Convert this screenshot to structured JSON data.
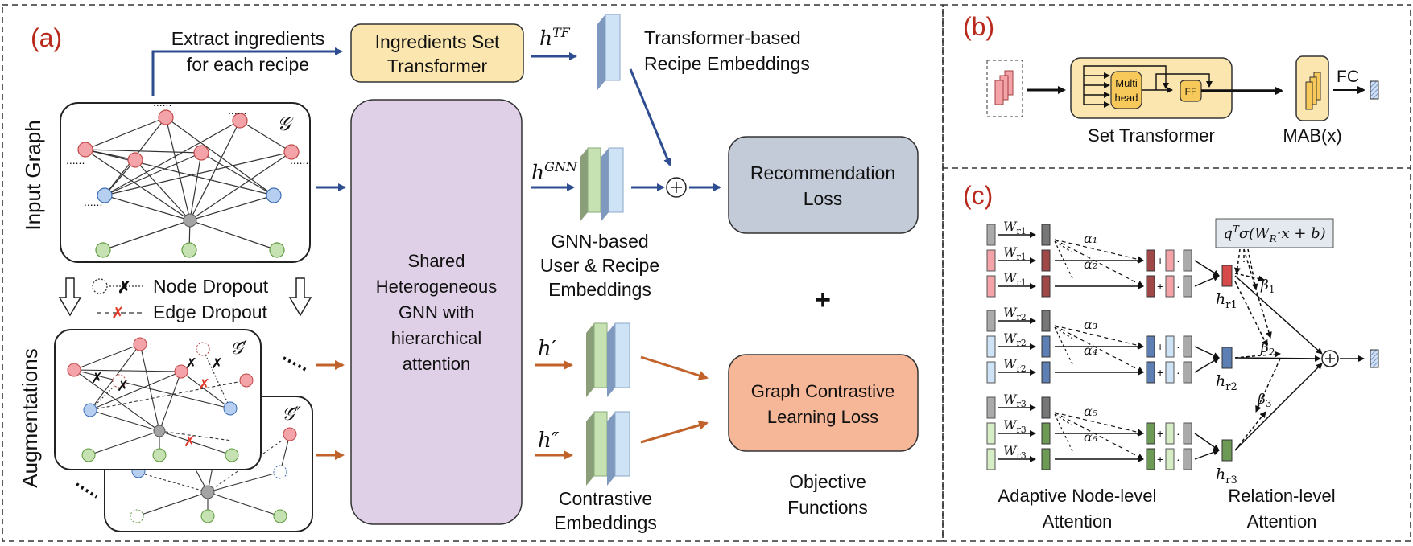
{
  "panels": {
    "a": "(a)",
    "b": "(b)",
    "c": "(c)"
  },
  "panel_a": {
    "extract_1": "Extract ingredients",
    "extract_2": "for each recipe",
    "ist_1": "Ingredients Set",
    "ist_2": "Transformer",
    "h_tf": "h",
    "h_tf_sup": "TF",
    "tf_emb_1": "Transformer-based",
    "tf_emb_2": "Recipe Embeddings",
    "input_graph": "Input Graph",
    "graph_symbol": "𝒢",
    "gnn_1": "Shared",
    "gnn_2": "Heterogeneous",
    "gnn_3": "GNN with",
    "gnn_4": "hierarchical",
    "gnn_5": "attention",
    "h_gnn": "h",
    "h_gnn_sup": "GNN",
    "gnn_emb_1": "GNN-based",
    "gnn_emb_2": "User & Recipe",
    "gnn_emb_3": "Embeddings",
    "rec_loss_1": "Recommendation",
    "rec_loss_2": "Loss",
    "node_dropout": "Node Dropout",
    "edge_dropout": "Edge Dropout",
    "plus": "+",
    "augmentations": "Augmentations",
    "aug1_symbol": "𝒢̂′",
    "aug2_symbol": "𝒢̂″",
    "h_prime": "h′",
    "h_dprime": "h″",
    "gcl_1": "Graph Contrastive",
    "gcl_2": "Learning Loss",
    "contrastive_1": "Contrastive",
    "contrastive_2": "Embeddings",
    "objective_1": "Objective",
    "objective_2": "Functions",
    "ellipsis": "......"
  },
  "panel_b": {
    "multihead_1": "Multi",
    "multihead_2": "head",
    "ff": "FF",
    "set_transformer": "Set Transformer",
    "mab": "MAB(x)",
    "fc": "FC"
  },
  "panel_c": {
    "formula": "qᵀσ(W_R·x + b)",
    "w_labels": [
      "W_r1",
      "W_r1",
      "W_r1",
      "W_r2",
      "W_r2",
      "W_r2",
      "W_r3",
      "W_r3",
      "W_r3"
    ],
    "alphas": [
      "α₁",
      "α₂",
      "α₃",
      "α₄",
      "α₅",
      "α₆"
    ],
    "betas": [
      "β₁",
      "β₂",
      "β₃"
    ],
    "h_labels": [
      "h_r1",
      "h_r2",
      "h_r3"
    ],
    "node_attn_1": "Adaptive Node-level",
    "node_attn_2": "Attention",
    "rel_attn_1": "Relation-level",
    "rel_attn_2": "Attention"
  },
  "colors": {
    "blue_arrow": "#2e4d91",
    "orange_arrow": "#c0622a",
    "panel_label": "#b8291b",
    "ist_box": "#fbe6b0",
    "gnn_box": "#dfd0e7",
    "rec_box": "#c4cbd8",
    "gcl_box": "#f5b797",
    "recipe_node": "#f4a3a8",
    "user_node": "#b6cff0",
    "ingredient_node": "#c6e2b2",
    "hub_node": "#a4a4a4"
  }
}
